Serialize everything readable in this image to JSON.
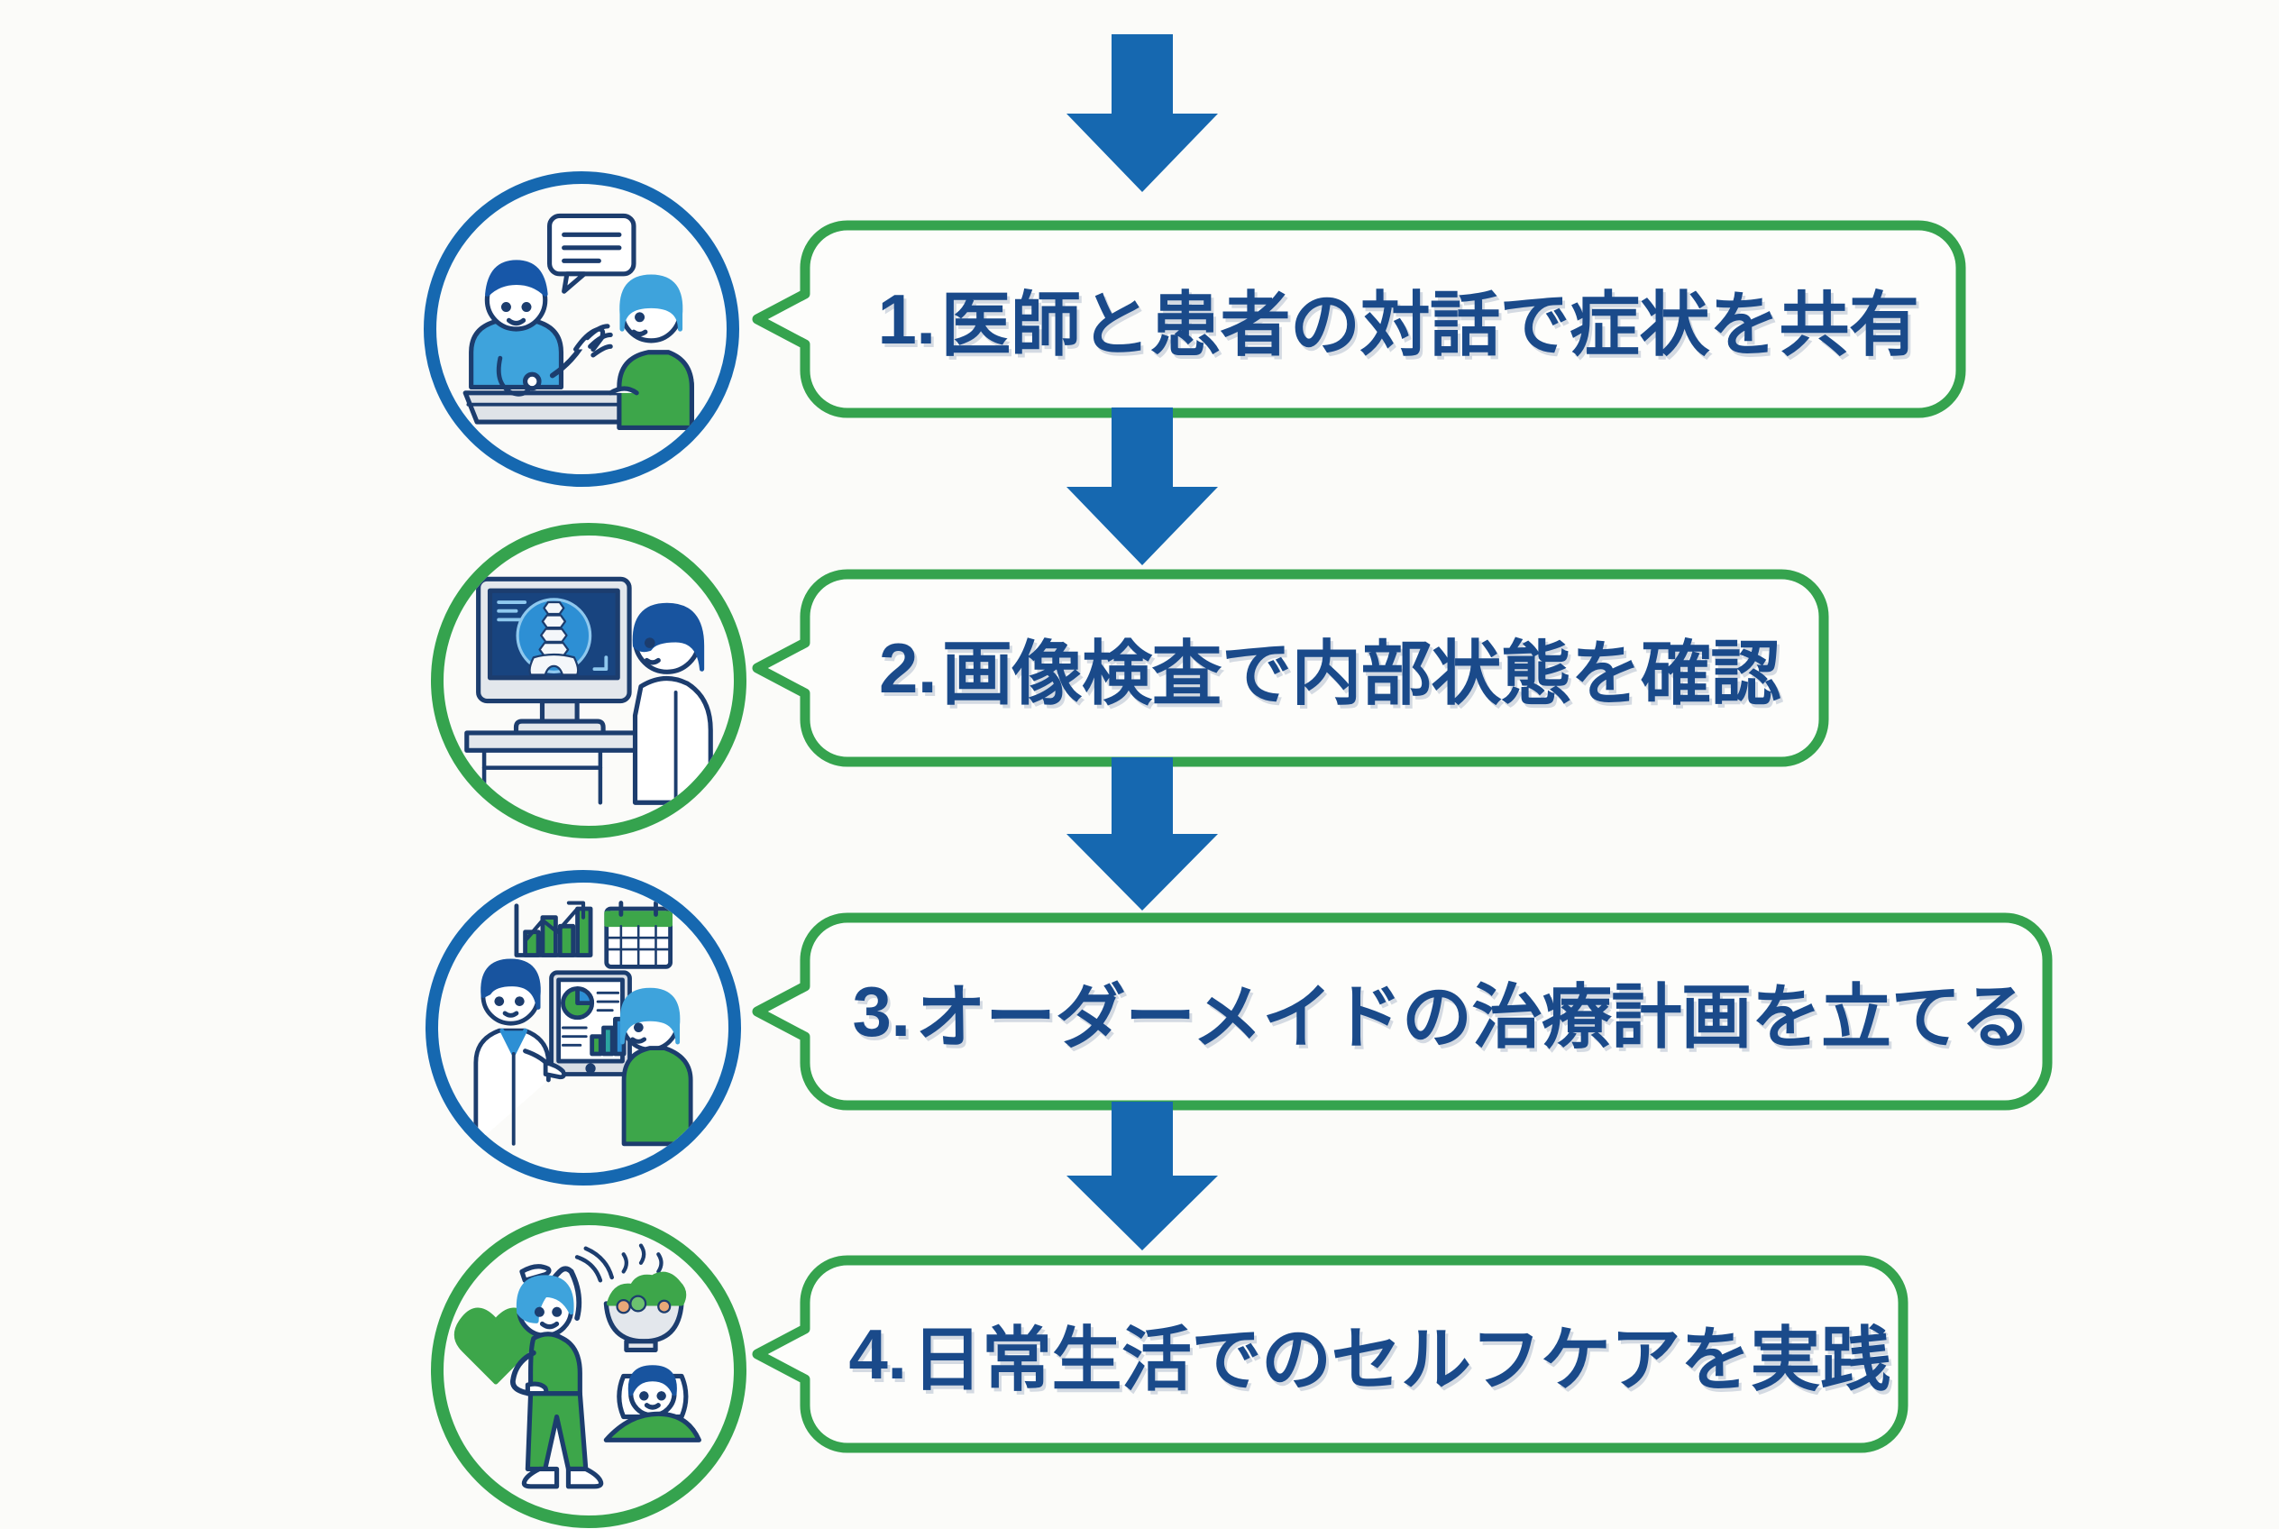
{
  "document": {
    "type": "flowchart-infographic",
    "title_text_color": "#1A4A8A",
    "background_color": "#FBFBF9",
    "accent_blue": "#1668B0",
    "accent_green": "#35A34E",
    "arrow_color": "#1668B0",
    "box_border_color": "#35A34E",
    "box_fill_color": "#FDFDFB",
    "orientation": "vertical",
    "step_count": 4
  },
  "arrows": [
    {
      "name": "arrow-top-to-step-1",
      "direction": "down"
    },
    {
      "name": "arrow-step-1-to-step-2",
      "direction": "down"
    },
    {
      "name": "arrow-step-2-to-step-3",
      "direction": "down"
    },
    {
      "name": "arrow-step-3-to-step-4",
      "direction": "down"
    }
  ],
  "steps": [
    {
      "number": "1.",
      "text": "医師と患者の対話で症状を共有",
      "full_label": "1. 医師と患者の対話で症状を共有",
      "icon_name": "doctor-patient-conversation-icon",
      "icon_description": "医師と患者が机を挟んで会話し、吹き出しが表示されている",
      "ring_color": "#1668B0",
      "ring_style": "blue"
    },
    {
      "number": "2.",
      "text": "画像検査で内部状態を確認",
      "full_label": "2. 画像検査で内部状態を確認",
      "icon_name": "imaging-scan-monitor-icon",
      "icon_description": "モニターに脊椎のレントゲン画像が表示され、医師が確認している",
      "ring_color": "#35A34E",
      "ring_style": "green"
    },
    {
      "number": "3.",
      "text": "オーダーメイドの治療計画を立てる",
      "full_label": "3. オーダーメイドの治療計画を立てる",
      "icon_name": "treatment-plan-tablet-icon",
      "icon_description": "医師がタブレットのグラフを示し、棒グラフ・カレンダー・円グラフが並ぶ",
      "ring_color": "#1668B0",
      "ring_style": "blue"
    },
    {
      "number": "4.",
      "text": "日常生活でのセルフケアを実践",
      "full_label": "4. 日常生活でのセルフケアを実践",
      "icon_name": "self-care-lifestyle-icon",
      "icon_description": "ストレッチをする人、ハート、サラダの器、睡眠中の人",
      "ring_color": "#35A34E",
      "ring_style": "green"
    }
  ]
}
